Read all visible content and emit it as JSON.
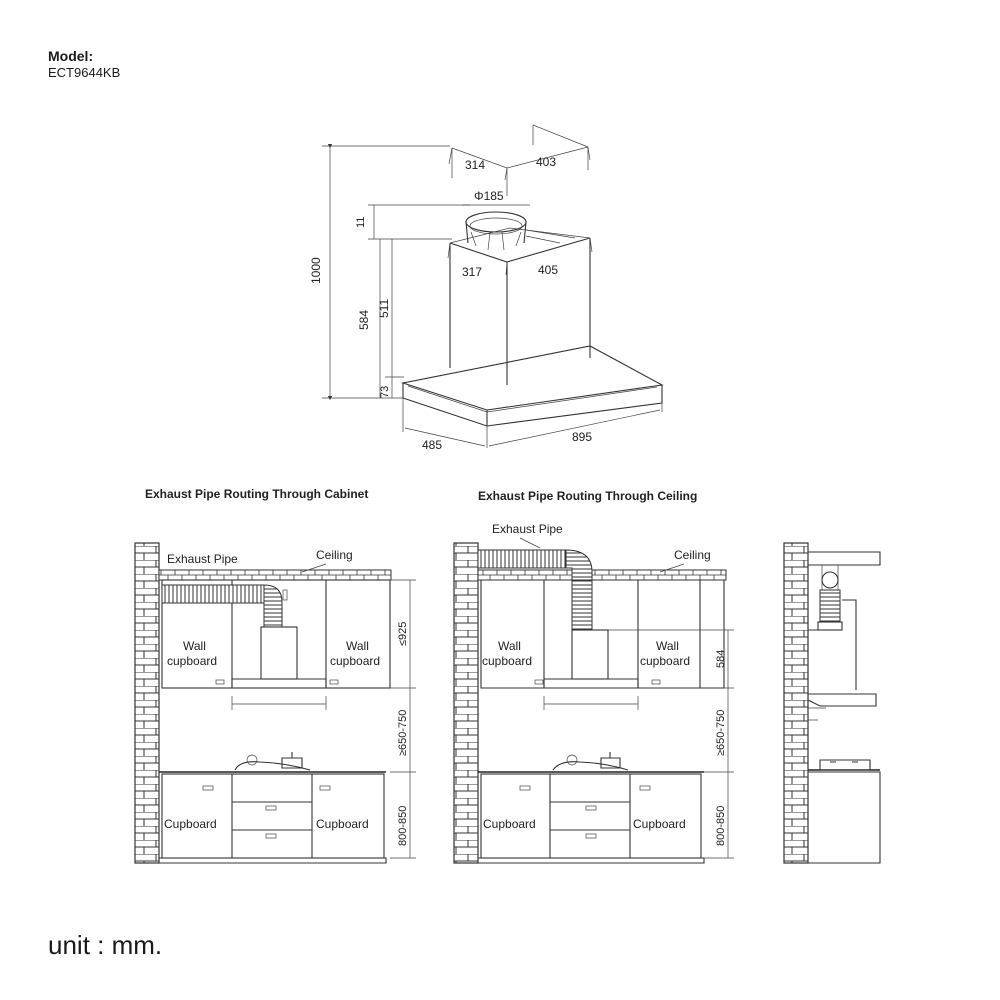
{
  "model": {
    "label": "Model:",
    "code": "ECT9644KB"
  },
  "hood_dimensions": {
    "chimney_top_left": "314",
    "chimney_top_right": "403",
    "outlet_diameter": "Φ185",
    "outlet_height": "11",
    "chimney_bottom_left": "317",
    "chimney_bottom_right": "405",
    "total_height": "1000",
    "min_height": "584",
    "chimney_height": "511",
    "canopy_height": "73",
    "depth": "485",
    "width": "895"
  },
  "cabinet_routing": {
    "title": "Exhaust Pipe Routing Through Cabinet",
    "exhaust_label": "Exhaust Pipe",
    "ceiling_label": "Ceiling",
    "wall_cupboard_left": [
      "Wall",
      "cupboard"
    ],
    "wall_cupboard_right": [
      "Wall",
      "cupboard"
    ],
    "cupboard_left": "Cupboard",
    "cupboard_right": "Cupboard",
    "dim_upper": "≤925",
    "dim_gap": "≥650-750",
    "dim_counter": "800-850"
  },
  "ceiling_routing": {
    "title": "Exhaust Pipe Routing Through Ceiling",
    "exhaust_label": "Exhaust Pipe",
    "ceiling_label": "Ceiling",
    "wall_cupboard_left": [
      "Wall",
      "cupboard"
    ],
    "wall_cupboard_right": [
      "Wall",
      "cupboard"
    ],
    "cupboard_left": "Cupboard",
    "cupboard_right": "Cupboard",
    "dim_upper": "584",
    "dim_gap": "≥650-750",
    "dim_counter": "800-850"
  },
  "unit_label": "unit : mm."
}
